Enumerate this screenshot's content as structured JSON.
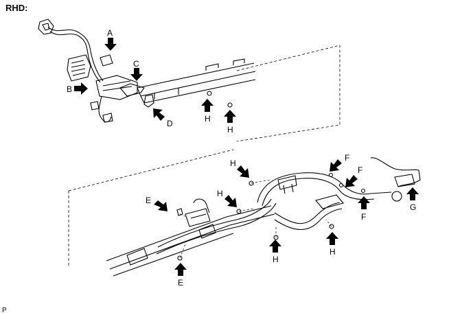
{
  "heading": "RHD:",
  "figure_code": "P",
  "callouts": {
    "A": "A",
    "B": "B",
    "C": "C",
    "D": "D",
    "E1": "E",
    "E2": "E",
    "F1": "F",
    "F2": "F",
    "F3": "F",
    "G": "G",
    "H1": "H",
    "H2": "H",
    "H3": "H",
    "H4": "H",
    "H5": "H",
    "H6": "H"
  }
}
